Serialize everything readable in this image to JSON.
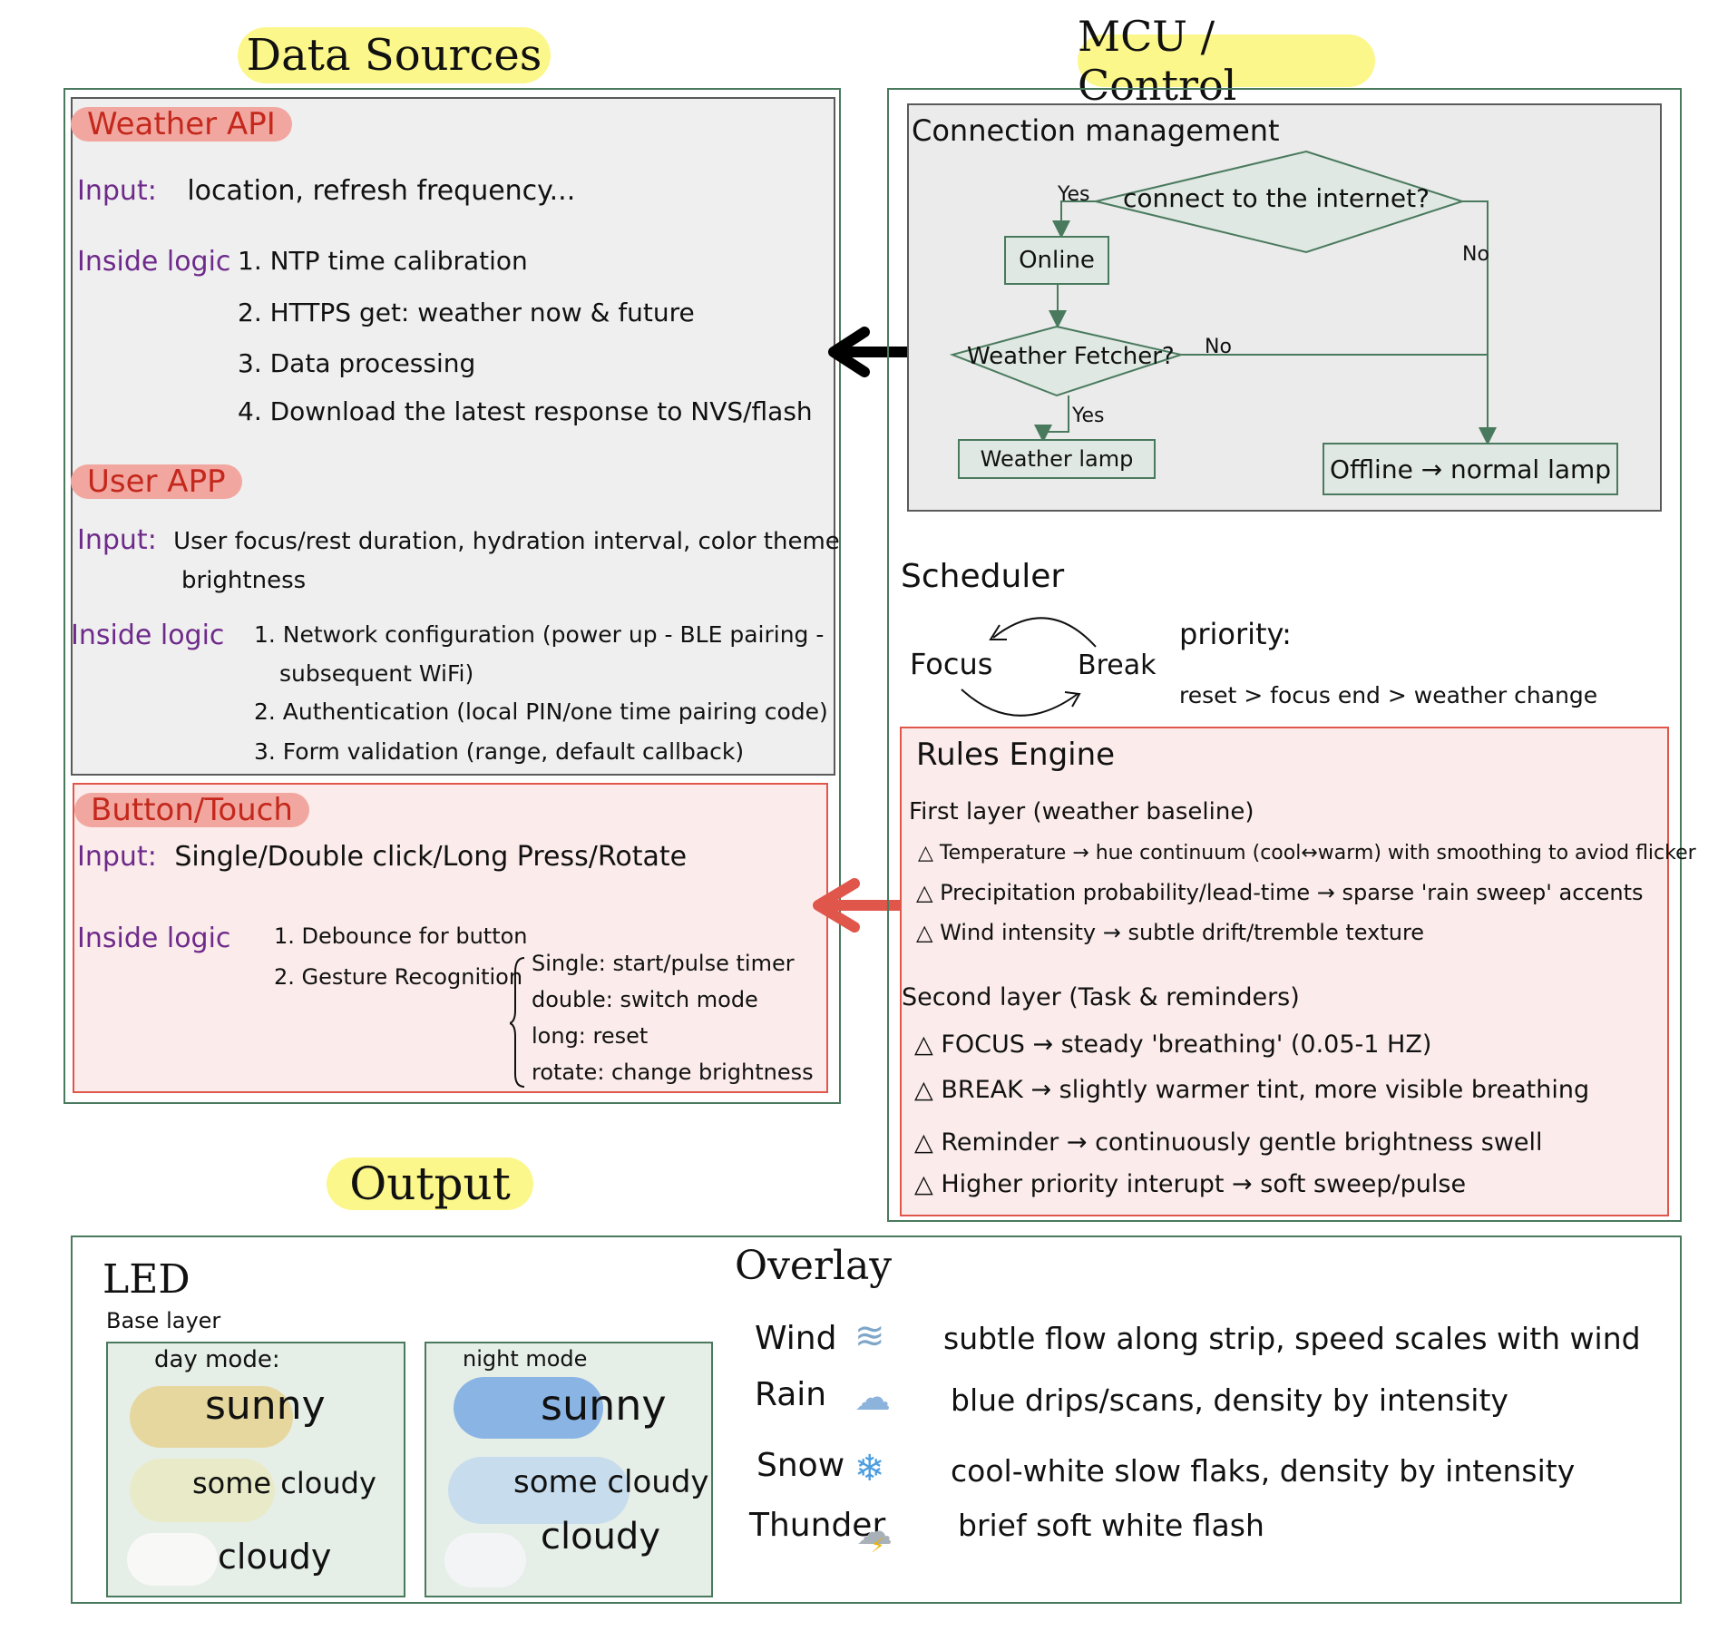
{
  "headers": {
    "data_sources": "Data Sources",
    "mcu_control": "MCU / Control",
    "output": "Output"
  },
  "weather_api": {
    "title": "Weather API",
    "input_label": "Input",
    "input_value": "location, refresh frequency...",
    "logic_label": "Inside logic",
    "logic_items": [
      "1. NTP time calibration",
      "2. HTTPS get: weather now & future",
      "3. Data processing",
      "4. Download the latest response to NVS/flash"
    ]
  },
  "user_app": {
    "title": "User APP",
    "input_label": "Input",
    "input_value_1": "User focus/rest duration, hydration interval, color theme",
    "input_value_2": "brightness",
    "logic_label": "Inside logic",
    "logic_items": [
      "1. Network configuration (power up - BLE pairing -",
      "subsequent WiFi)",
      "2. Authentication (local PIN/one time pairing code)",
      "3. Form validation (range, default callback)"
    ]
  },
  "button_touch": {
    "title": "Button/Touch",
    "input_label": "Input",
    "input_value": "Single/Double click/Long Press/Rotate",
    "logic_label": "Inside logic",
    "logic_1": "1. Debounce for button",
    "logic_2": "2. Gesture Recognition",
    "gestures": [
      "Single: start/pulse timer",
      "double: switch mode",
      "long: reset",
      "rotate: change brightness"
    ]
  },
  "connection": {
    "title": "Connection management",
    "decision_1": "connect to the internet?",
    "yes_1": "Yes",
    "no_1": "No",
    "online": "Online",
    "decision_2": "Weather Fetcher?",
    "no_2": "No",
    "yes_2": "Yes",
    "weather_lamp": "Weather lamp",
    "offline": "Offline → normal lamp"
  },
  "scheduler": {
    "title": "Scheduler",
    "focus": "Focus",
    "break": "Break",
    "priority_label": "priority:",
    "priority_value": "reset > focus end > weather change"
  },
  "rules": {
    "title": "Rules Engine",
    "first_layer": "First layer (weather baseline)",
    "first_items": [
      "Temperature → hue continuum (cool↔warm) with smoothing to aviod flicker",
      "Precipitation probability/lead-time → sparse 'rain sweep' accents",
      "Wind intensity → subtle drift/tremble texture"
    ],
    "second_layer": "Second layer (Task & reminders)",
    "second_items": [
      "FOCUS → steady 'breathing' (0.05-1 HZ)",
      "BREAK → slightly warmer tint, more visible breathing",
      "Reminder → continuously gentle brightness swell",
      "Higher priority interupt → soft sweep/pulse"
    ]
  },
  "led": {
    "title": "LED",
    "base_layer": "Base layer",
    "day_mode": "day mode:",
    "night_mode": "night mode",
    "sunny": "sunny",
    "some_cloudy": "some cloudy",
    "cloudy": "cloudy",
    "colors": {
      "day_sunny": "#e6d79e",
      "day_some_cloudy": "#e9ebc8",
      "day_cloudy": "#f8f8f6",
      "night_sunny": "#8ab4e3",
      "night_some_cloudy": "#c7dcec",
      "night_cloudy": "#f2f4f6"
    }
  },
  "overlay": {
    "title": "Overlay",
    "rows": [
      {
        "name": "Wind",
        "icon": "wind-icon",
        "desc": "subtle flow along strip, speed scales with wind"
      },
      {
        "name": "Rain",
        "icon": "rain-cloud-icon",
        "desc": "blue drips/scans, density by intensity"
      },
      {
        "name": "Snow",
        "icon": "snowflake-icon",
        "desc": "cool-white slow flaks, density by intensity"
      },
      {
        "name": "Thunder",
        "icon": "thunder-cloud-icon",
        "desc": "brief soft white flash"
      }
    ]
  }
}
